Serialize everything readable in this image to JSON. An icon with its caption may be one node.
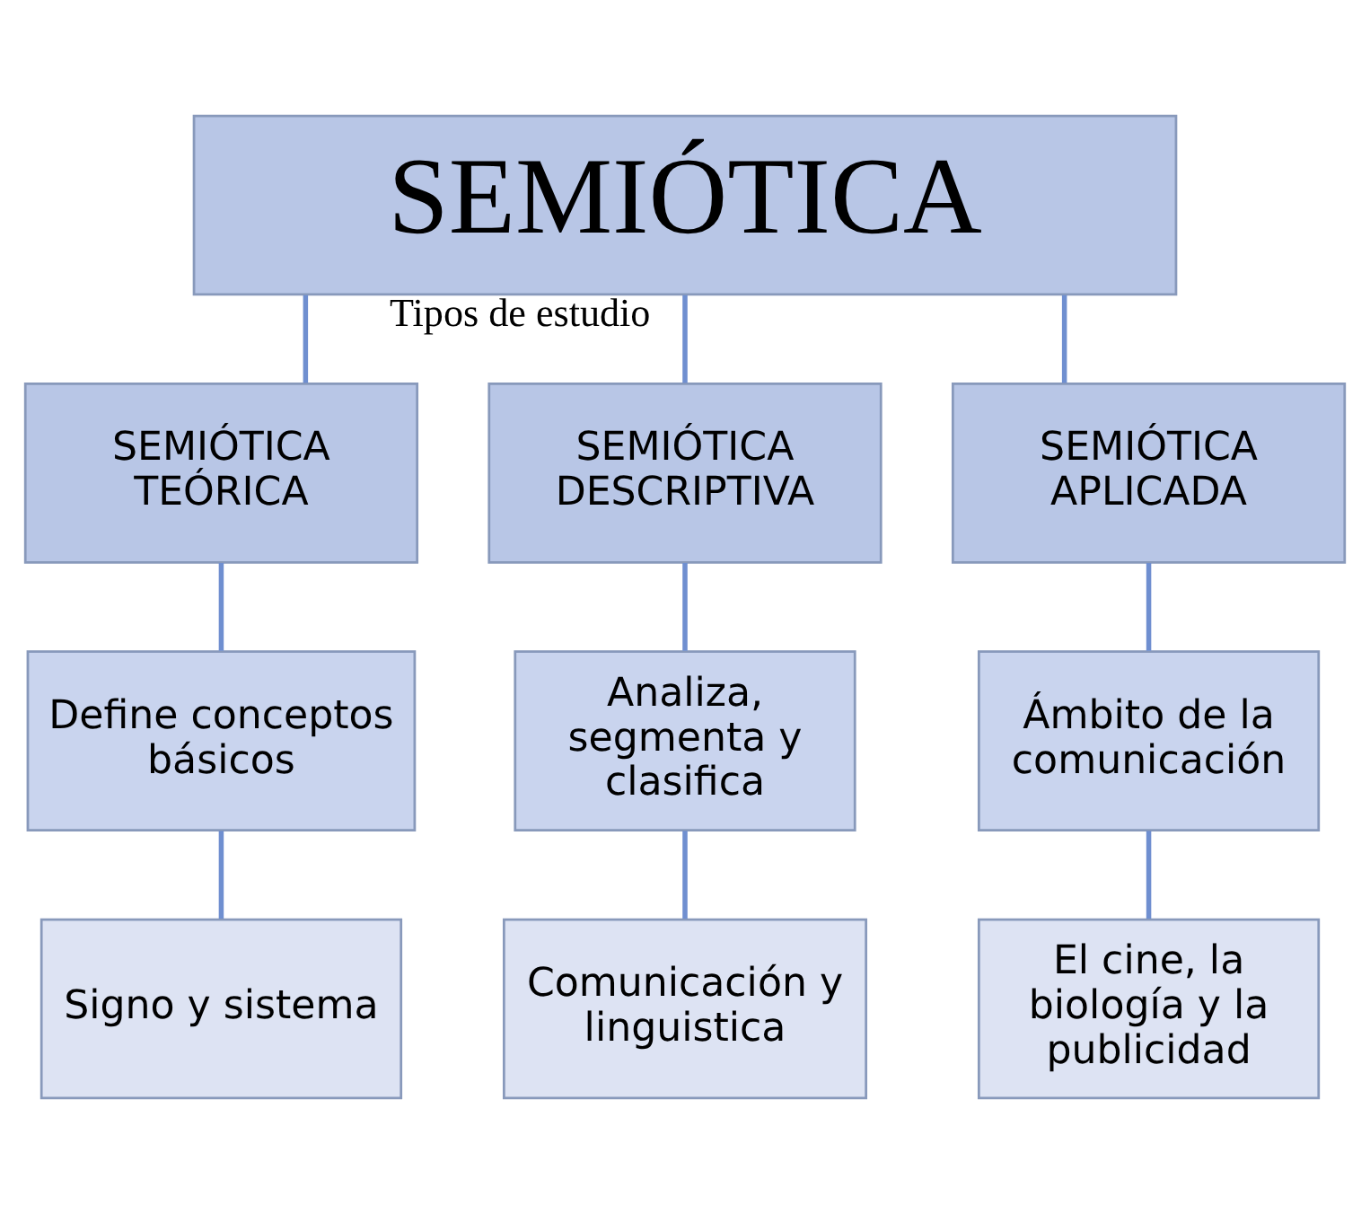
{
  "diagram": {
    "nodes": [
      {
        "text": [
          "SEMIÓTICA"
        ]
      },
      {
        "text": [
          "SEMIÓTICA TEÓRICA"
        ]
      },
      {
        "text": [
          "SEMIÓTICA DESCRIPTIVA"
        ]
      },
      {
        "text": [
          "SEMIÓTICA APLICADA"
        ]
      },
      {
        "text": [
          "Define conceptos básicos"
        ]
      },
      {
        "text": [
          "Analiza, segmenta y clasifica"
        ]
      },
      {
        "text": [
          "Ámbito de la comunicación"
        ]
      },
      {
        "text": [
          "Signo y sistema"
        ]
      },
      {
        "text": [
          "Comunicación y linguistica"
        ]
      },
      {
        "text": [
          "El cine, la biología y la publicidad"
        ]
      }
    ],
    "edges": [
      {
        "from": 0,
        "to": 1,
        "arrow": "none"
      },
      {
        "from": 0,
        "to": 2,
        "arrow": "none",
        "label": "Tipos de estudio"
      },
      {
        "from": 0,
        "to": 3,
        "arrow": "none"
      },
      {
        "from": 1,
        "to": 4,
        "arrow": "none"
      },
      {
        "from": 2,
        "to": 5,
        "arrow": "none"
      },
      {
        "from": 3,
        "to": 6,
        "arrow": "none"
      },
      {
        "from": 4,
        "to": 7,
        "arrow": "none"
      },
      {
        "from": 5,
        "to": 8,
        "arrow": "none"
      },
      {
        "from": 6,
        "to": 9,
        "arrow": "none"
      }
    ]
  }
}
